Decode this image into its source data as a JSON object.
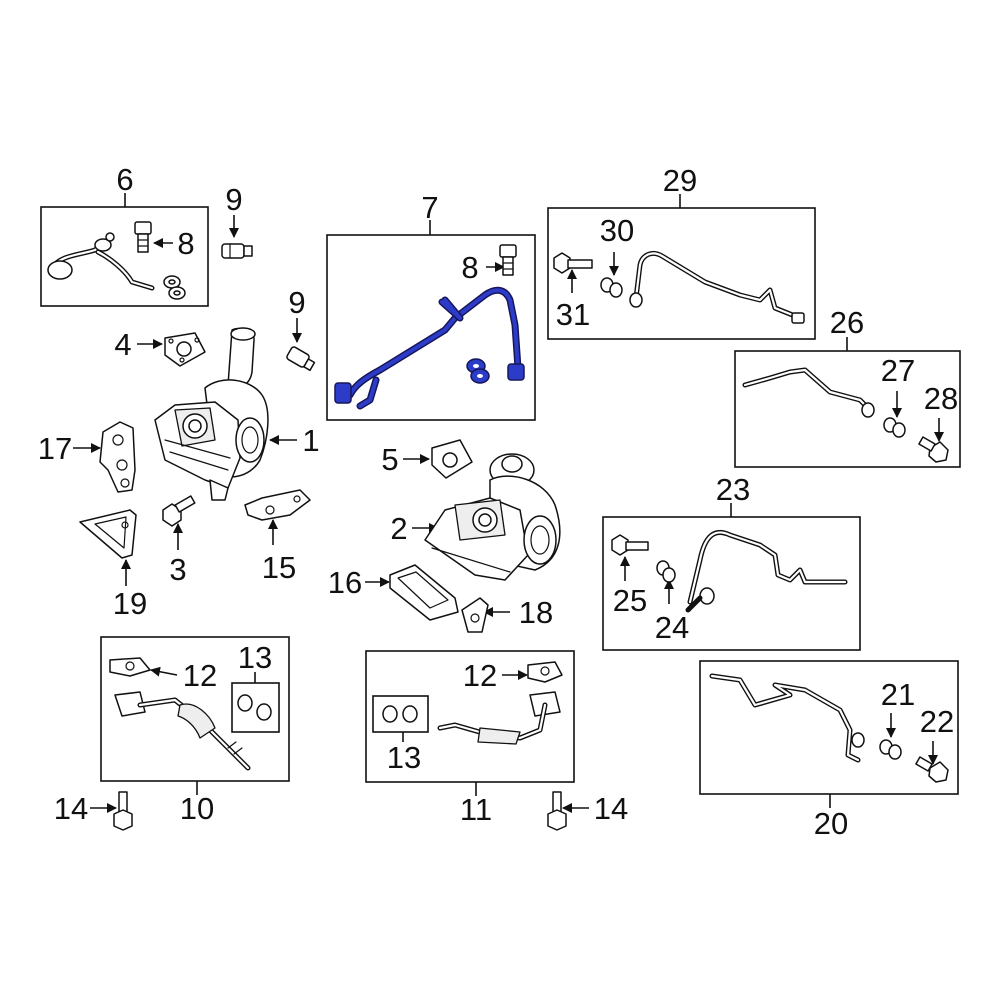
{
  "diagram": {
    "callouts": {
      "c1": "1",
      "c2": "2",
      "c3": "3",
      "c4": "4",
      "c5": "5",
      "c6": "6",
      "c7": "7",
      "c8a": "8",
      "c8b": "8",
      "c9a": "9",
      "c9b": "9",
      "c10": "10",
      "c11": "11",
      "c12a": "12",
      "c12b": "12",
      "c13a": "13",
      "c13b": "13",
      "c14a": "14",
      "c14b": "14",
      "c15": "15",
      "c16": "16",
      "c17": "17",
      "c18": "18",
      "c19": "19",
      "c20": "20",
      "c21": "21",
      "c22": "22",
      "c23": "23",
      "c24": "24",
      "c25": "25",
      "c26": "26",
      "c27": "27",
      "c28": "28",
      "c29": "29",
      "c30": "30",
      "c31": "31"
    },
    "highlight_color": "#2d3cc8",
    "line_color": "#111111"
  }
}
